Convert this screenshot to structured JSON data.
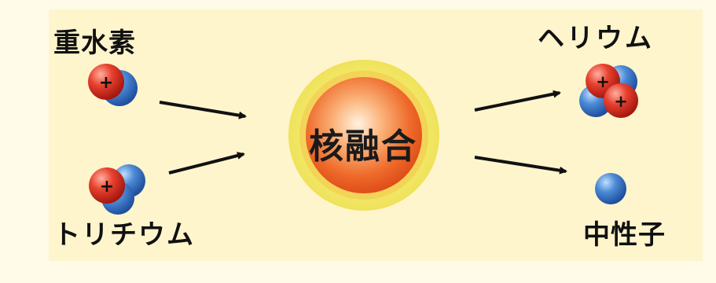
{
  "labels": {
    "deuterium": "重水素",
    "tritium": "トリチウム",
    "core": "核融合",
    "helium": "ヘリウム",
    "neutron": "中性子"
  },
  "symbols": {
    "proton_charge": "+"
  },
  "colors": {
    "background": "#fff5cc",
    "glow_outer": "#f2ea6a",
    "core_orange": "#f07a32",
    "proton_red": "#e23a2c",
    "neutron_blue": "#3f7fd0",
    "arrow": "#111111"
  }
}
